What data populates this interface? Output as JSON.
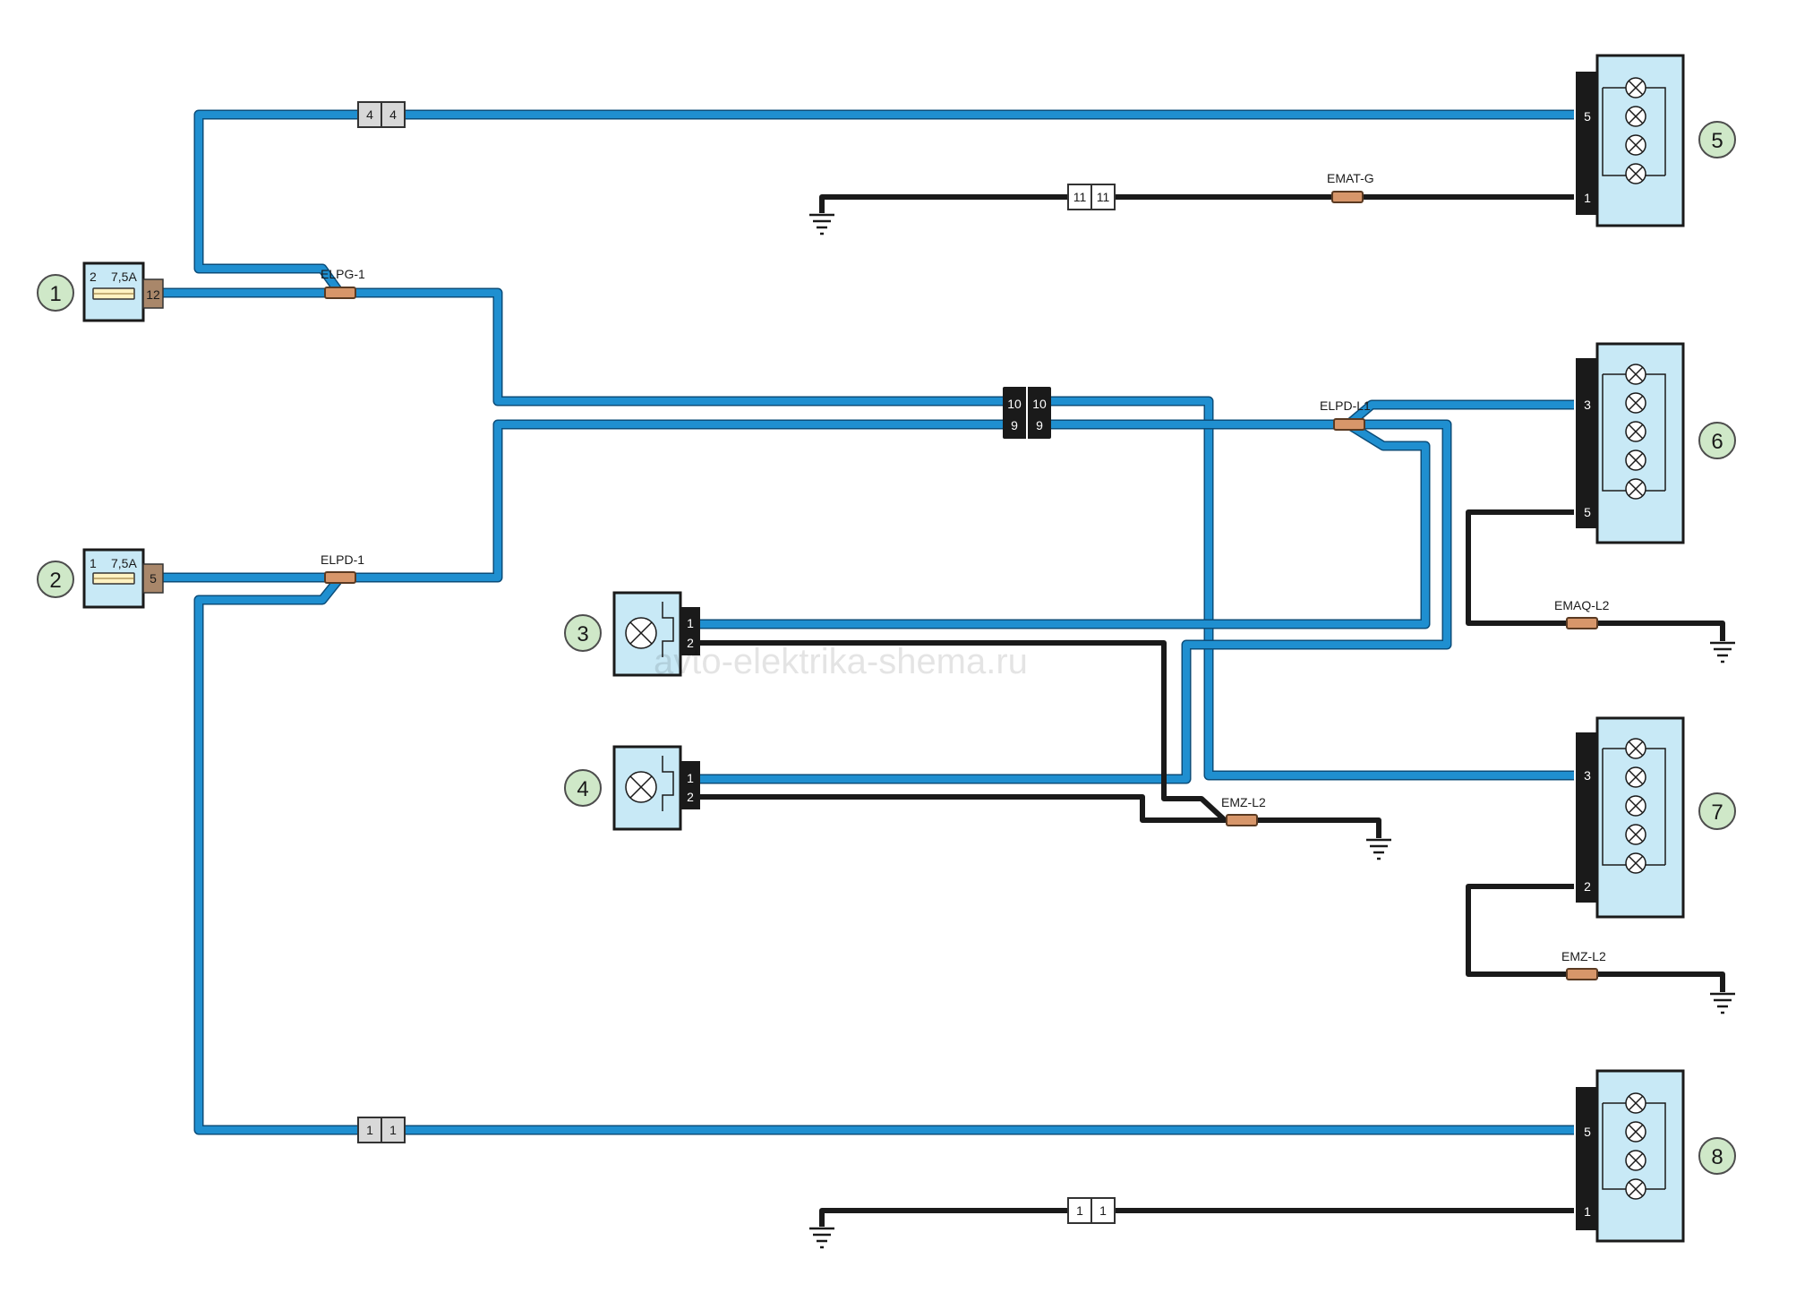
{
  "components": {
    "c1": {
      "number": "1",
      "fuse_pin": "2",
      "fuse_rating": "7,5A",
      "tab_label": "12"
    },
    "c2": {
      "number": "2",
      "fuse_pin": "1",
      "fuse_rating": "7,5A",
      "tab_label": "5"
    },
    "c3": {
      "number": "3",
      "pins": [
        "1",
        "2"
      ]
    },
    "c4": {
      "number": "4",
      "pins": [
        "1",
        "2"
      ]
    },
    "c5": {
      "number": "5",
      "pins": [
        "5",
        "1"
      ]
    },
    "c6": {
      "number": "6",
      "pins": [
        "3",
        "5"
      ]
    },
    "c7": {
      "number": "7",
      "pins": [
        "3",
        "2"
      ]
    },
    "c8": {
      "number": "8",
      "pins": [
        "5",
        "1"
      ]
    }
  },
  "splices": {
    "elpg1": "ELPG-1",
    "elpd1": "ELPD-1",
    "elpdl1": "ELPD-L1",
    "emat_g": "EMAT-G",
    "emaq_l2": "EMAQ-L2",
    "emz_l2_a": "EMZ-L2",
    "emz_l2_b": "EMZ-L2"
  },
  "connectors": {
    "top_gray": [
      "4",
      "4"
    ],
    "top_white": [
      "11",
      "11"
    ],
    "mid_black_top": [
      "10",
      "10"
    ],
    "mid_black_bottom": [
      "9",
      "9"
    ],
    "bottom_gray": [
      "1",
      "1"
    ],
    "bottom_white": [
      "1",
      "1"
    ]
  },
  "watermark": "avto-elektrika-shema.ru",
  "colors": {
    "wire_blue": "#1f8fd0",
    "wire_black": "#1a1a1a",
    "component_fill": "#c8e9f6",
    "label_circle": "#cfe8c8",
    "splice": "#d7966a"
  }
}
